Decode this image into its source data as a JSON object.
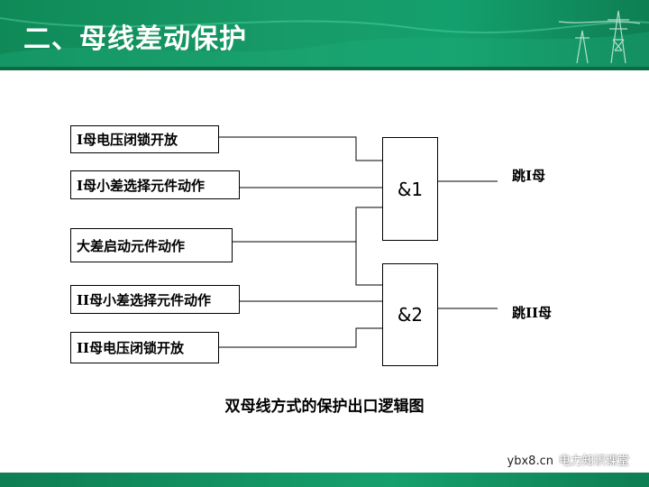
{
  "header": {
    "title": "二、母线差动保护"
  },
  "inputs": [
    {
      "label": "I母电压闭锁开放"
    },
    {
      "label": "I母小差选择元件动作"
    },
    {
      "label": "大差启动元件动作"
    },
    {
      "label": "II母小差选择元件动作"
    },
    {
      "label": "II母电压闭锁开放"
    }
  ],
  "gates": [
    {
      "label": "&1",
      "output": "跳I母"
    },
    {
      "label": "&2",
      "output": "跳II母"
    }
  ],
  "caption": "双母线方式的保护出口逻辑图",
  "watermark": {
    "url": "ybx8.cn",
    "name": "电力知识课堂"
  },
  "colors": {
    "header_green": "#179b68",
    "footer_green": "#16a06d",
    "line": "#000000"
  }
}
